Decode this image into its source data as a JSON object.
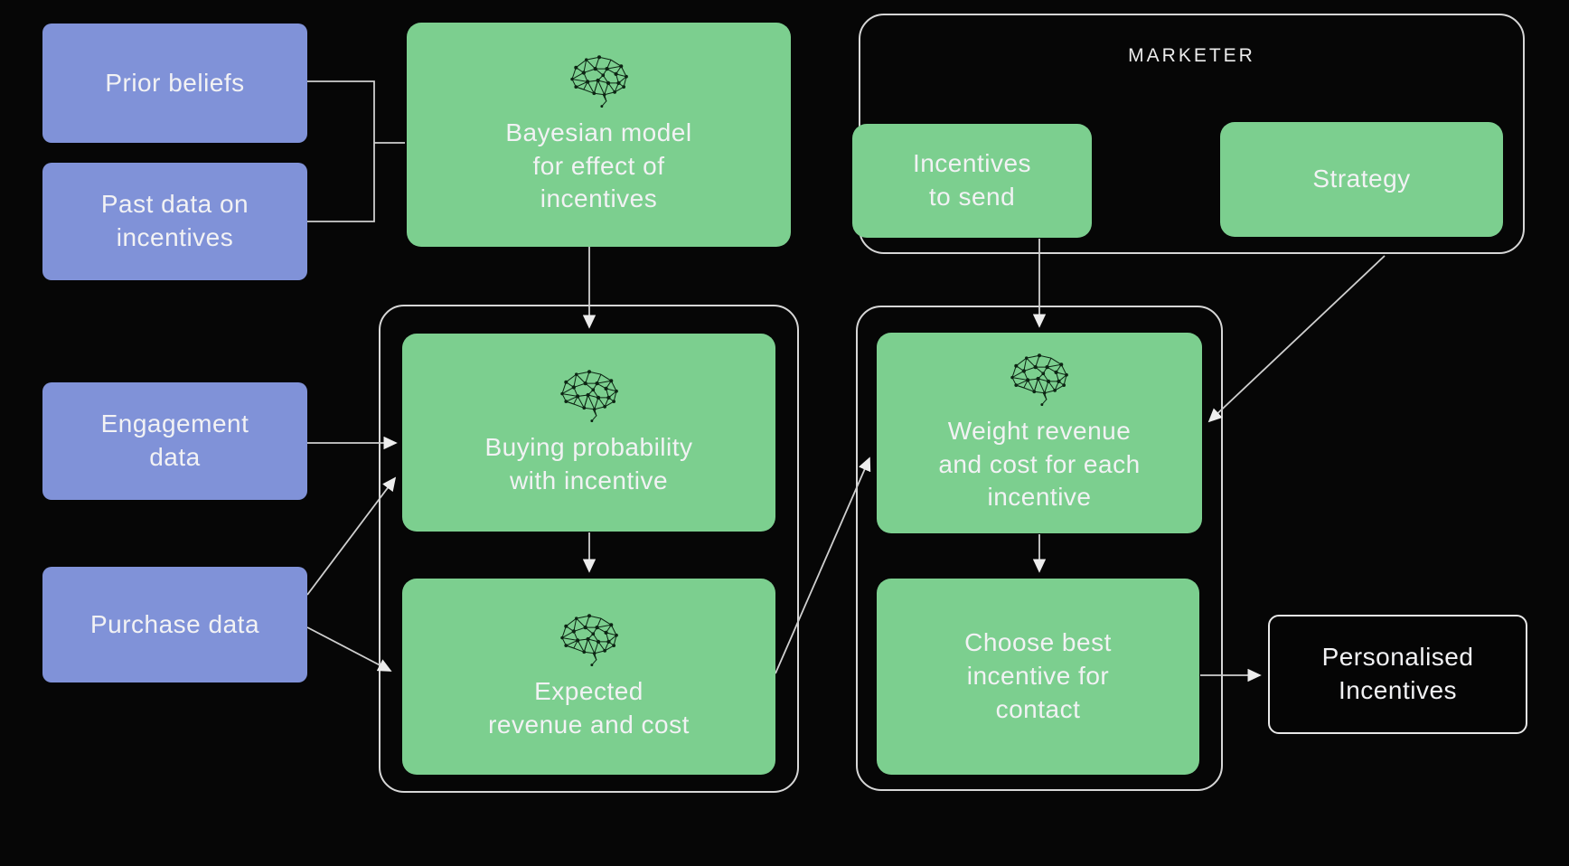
{
  "diagram": {
    "background": "#060606",
    "colors": {
      "data_node_fill": "#8092d8",
      "process_node_fill": "#7ccf8f",
      "outline": "#d6d6d6",
      "connector": "#cfcfcf",
      "text": "#f2f2f4",
      "brain_icon": "#0c2413"
    },
    "icons": {
      "brain": "brain-network-icon",
      "arrowhead": "arrowhead-icon"
    },
    "groups": {
      "marketer": {
        "label": "MARKETER"
      }
    },
    "nodes": {
      "prior_beliefs": {
        "label": "Prior beliefs"
      },
      "past_data": {
        "label": "Past data on\nincentives"
      },
      "engagement_data": {
        "label": "Engagement\ndata"
      },
      "purchase_data": {
        "label": "Purchase data"
      },
      "bayesian_model": {
        "label": "Bayesian model\nfor effect of\nincentives"
      },
      "incentives_to_send": {
        "label": "Incentives\nto send"
      },
      "strategy": {
        "label": "Strategy"
      },
      "buying_probability": {
        "label": "Buying probability\nwith incentive"
      },
      "expected_revenue": {
        "label": "Expected\nrevenue and cost"
      },
      "weight_revenue": {
        "label": "Weight revenue\nand cost for each\nincentive"
      },
      "choose_best": {
        "label": "Choose best\nincentive for\ncontact"
      },
      "personalised_incentives": {
        "label": "Personalised\nIncentives"
      }
    }
  }
}
